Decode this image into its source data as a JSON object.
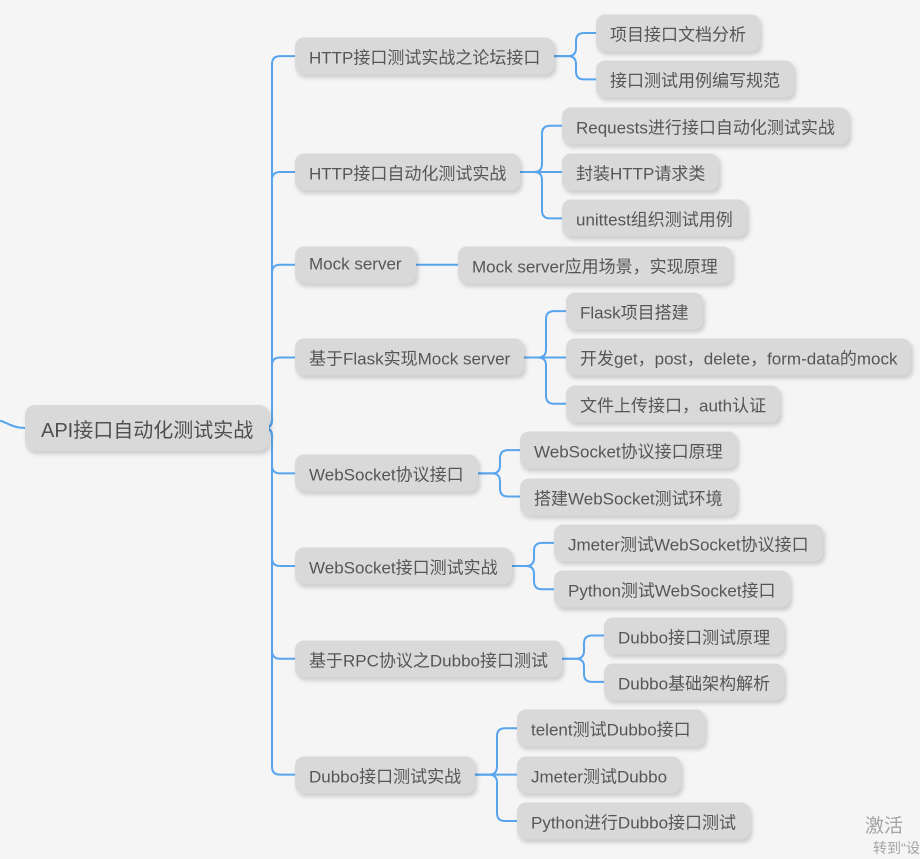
{
  "canvas": {
    "background_color": "#f5f5f6",
    "node_fill_color": "#d9d9d9",
    "node_text_color": "#565656",
    "root_text_color": "#4f4f4f",
    "line_color": "#58a5ee",
    "watermark_color": "#a4a4a4"
  },
  "mindmap": {
    "root": {
      "label": "API接口自动化测试实战"
    },
    "branches": [
      {
        "label": "HTTP接口测试实战之论坛接口",
        "children": [
          "项目接口文档分析",
          "接口测试用例编写规范"
        ]
      },
      {
        "label": "HTTP接口自动化测试实战",
        "children": [
          "Requests进行接口自动化测试实战",
          "封装HTTP请求类",
          "unittest组织测试用例"
        ]
      },
      {
        "label": "Mock server",
        "children": [
          "Mock server应用场景，实现原理"
        ]
      },
      {
        "label": "基于Flask实现Mock server",
        "children": [
          "Flask项目搭建",
          "开发get，post，delete，form-data的mock",
          "文件上传接口，auth认证"
        ]
      },
      {
        "label": "WebSocket协议接口",
        "children": [
          "WebSocket协议接口原理",
          "搭建WebSocket测试环境"
        ]
      },
      {
        "label": "WebSocket接口测试实战",
        "children": [
          "Jmeter测试WebSocket协议接口",
          "Python测试WebSocket接口"
        ]
      },
      {
        "label": "基于RPC协议之Dubbo接口测试",
        "children": [
          "Dubbo接口测试原理",
          "Dubbo基础架构解析"
        ]
      },
      {
        "label": "Dubbo接口测试实战",
        "children": [
          "telent测试Dubbo接口",
          "Jmeter测试Dubbo",
          "Python进行Dubbo接口测试"
        ]
      }
    ]
  },
  "watermark": {
    "line1": "激活",
    "line2": "转到\"设"
  }
}
